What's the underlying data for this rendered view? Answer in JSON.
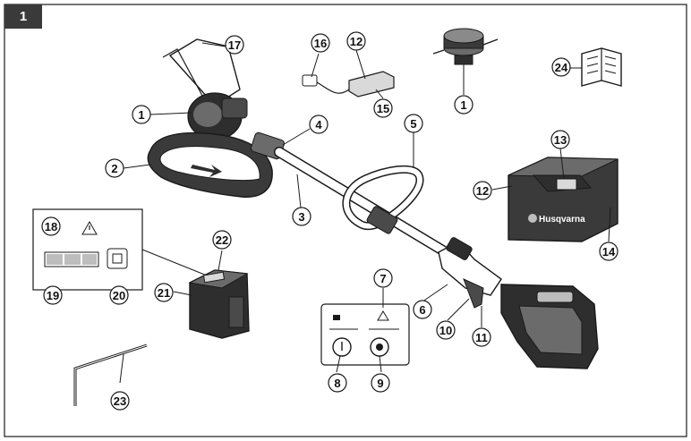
{
  "figure": {
    "number": "1",
    "brand_text": "Husqvarna"
  },
  "parts": {
    "p1": "1",
    "p2": "2",
    "p3": "3",
    "p4": "4",
    "p5": "5",
    "p6": "6",
    "p7": "7",
    "p8": "8",
    "p9": "9",
    "p10": "10",
    "p11": "11",
    "p12": "12",
    "p13": "13",
    "p14": "14",
    "p15": "15",
    "p16": "16",
    "p17": "17",
    "p18": "18",
    "p19": "19",
    "p20": "20",
    "p21": "21",
    "p22": "22",
    "p23": "23",
    "p24": "24"
  },
  "colors": {
    "line": "#1a1a1a",
    "body_dark": "#2e2e2e",
    "body_mid": "#6b6b6b",
    "body_light": "#d9d9d9",
    "tag_bg": "#3a3a3a"
  }
}
